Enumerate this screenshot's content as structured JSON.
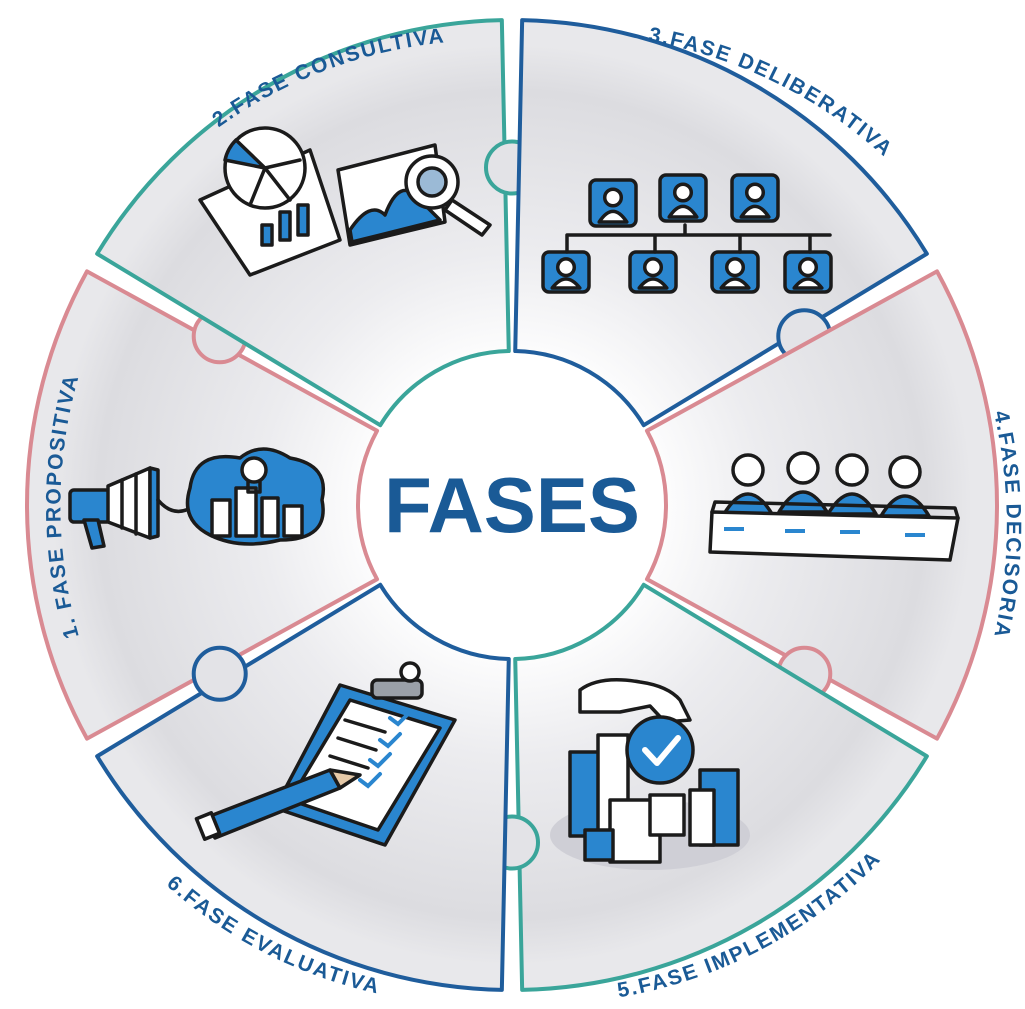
{
  "center": {
    "title": "FASES"
  },
  "phases": [
    {
      "label": "1. FASE PROPOSITIVA",
      "icon": "megaphone-city-icon",
      "edge_color": "#d98a92"
    },
    {
      "label": "2.FASE CONSULTIVA",
      "icon": "charts-magnifier-icon",
      "edge_color": "#3aa59a"
    },
    {
      "label": "3.FASE DELIBERATIVA",
      "icon": "org-chart-icon",
      "edge_color": "#1f5d9c"
    },
    {
      "label": "4.FASE DECISORIA",
      "icon": "council-table-icon",
      "edge_color": "#d98a92"
    },
    {
      "label": "5.FASE IMPLEMENTATIVA",
      "icon": "hand-city-check-icon",
      "edge_color": "#3aa59a"
    },
    {
      "label": "6.FASE EVALUATIVA",
      "icon": "clipboard-pencil-icon",
      "edge_color": "#1f5d9c"
    }
  ],
  "colors": {
    "text": "#1a5a96",
    "accent": "#2a86cf",
    "piece_fill": "#e9e9ec"
  }
}
